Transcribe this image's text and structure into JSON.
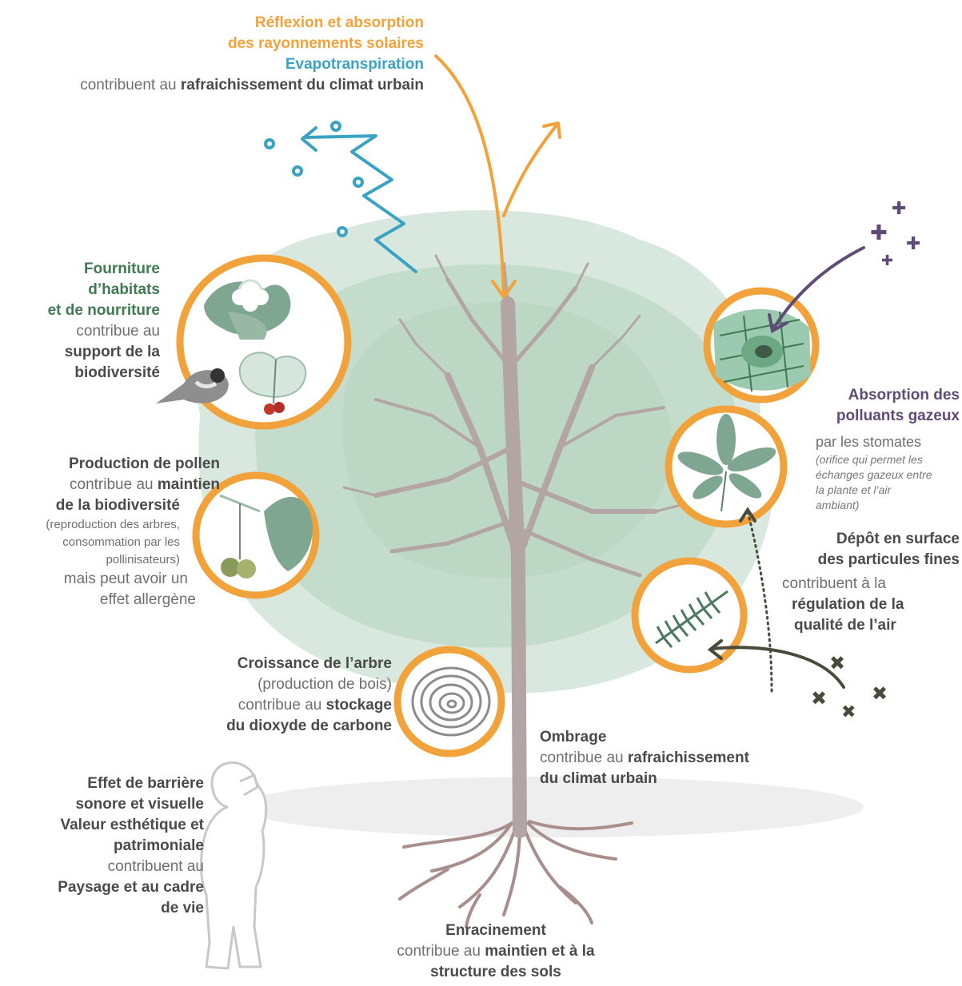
{
  "solar": {
    "line1": "Réflexion et absorption",
    "line2": "des rayonnements solaires",
    "evapo": "Evapotranspiration",
    "line4a": "contribuent au ",
    "line4b": "rafraichissement du climat urbain"
  },
  "habitat": {
    "line1": "Fourniture",
    "line2": "d’habitats",
    "line3": "et de nourriture",
    "line4": "contribue au",
    "line5": "support de la",
    "line6": "biodiversité"
  },
  "pollen": {
    "line1": "Production de pollen",
    "line2a": "contribue au ",
    "line2b": "maintien",
    "line3": "de la biodiversité",
    "line4": "(reproduction des arbres,",
    "line5": "consommation par les",
    "line6": "pollinisateurs)",
    "line7": "mais peut avoir un",
    "line8": "effet allergène"
  },
  "growth": {
    "line1": "Croissance de l’arbre",
    "line2": "(production de bois)",
    "line3a": "contribue au ",
    "line3b": "stockage",
    "line4": "du dioxyde de carbone"
  },
  "barrier": {
    "line1": "Effet de barrière",
    "line2": "sonore et visuelle",
    "line3": "Valeur esthétique et",
    "line4": "patrimoniale",
    "line5": "contribuent au",
    "line6": "Paysage et au cadre",
    "line7": "de vie"
  },
  "shade": {
    "line1": "Ombrage",
    "line2a": "contribue au ",
    "line2b": "rafraichissement",
    "line3": "du climat urbain"
  },
  "roots": {
    "line1": "Enracinement",
    "line2a": "contribue au ",
    "line2b": "maintien et à la",
    "line3": "structure des sols"
  },
  "pollutants": {
    "line1": "Absorption des",
    "line2": "polluants gazeux",
    "line3": "par les stomates",
    "note1": "(orifice qui permet les",
    "note2": "échanges gazeux entre",
    "note3": "la plante et l’air",
    "note4": "ambiant)"
  },
  "particles": {
    "line1": "Dépôt en surface",
    "line2": "des particules fines",
    "line3": "contribuent à la",
    "line4": "régulation de la",
    "line5": "qualité de l’air"
  },
  "colors": {
    "orange": "#f2a23a",
    "teal": "#3aa3c4",
    "green": "#3f7a52",
    "purple": "#5e4b78",
    "trunk": "#b3a5a3",
    "canopy": "#cfe2d6"
  }
}
